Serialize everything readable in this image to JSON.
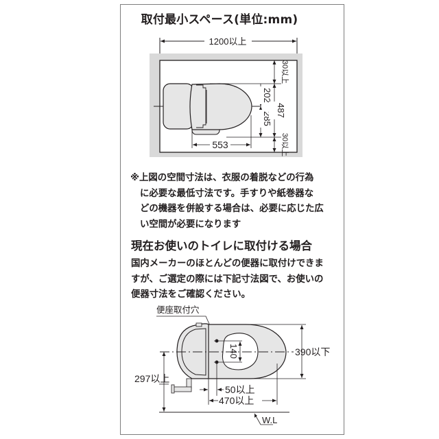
{
  "top_section": {
    "title": "取付最小スペース(単位:mm)",
    "dimensions": {
      "width_min": "1200以上",
      "clearance_top": "30以上",
      "clearance_bottom": "30以上",
      "seat_half_top": "202",
      "seat_half_bottom": "285",
      "total_depth": "487",
      "length": "553"
    },
    "note_lines": [
      "※上図の空間寸法は、衣服の着脱などの行為",
      "に必要な最低寸法です。手すりや紙巻器な",
      "どの機器を併設する場合は、必要に応じた広",
      "い空間が必要になります"
    ]
  },
  "bottom_section": {
    "title": "現在お使いのトイレに取付ける場合",
    "description_lines": [
      "国内メーカーのほとんどの便器に取付けできま",
      "すが、ご選定の際には下記寸法図で、お使いの",
      "便器寸法をご確認ください。"
    ],
    "labels": {
      "mount_holes": "便座取付穴",
      "hole_spacing": "140",
      "max_width": "390以下",
      "height_min": "297以上",
      "offset_min": "50以上",
      "length_min": "470以上",
      "water_level": "W.L"
    }
  },
  "colors": {
    "frame_border": "#7d7d7d",
    "gray_zone": "#d9d9d9",
    "toilet_fill": "#e6e6e6",
    "line": "#231f20"
  }
}
